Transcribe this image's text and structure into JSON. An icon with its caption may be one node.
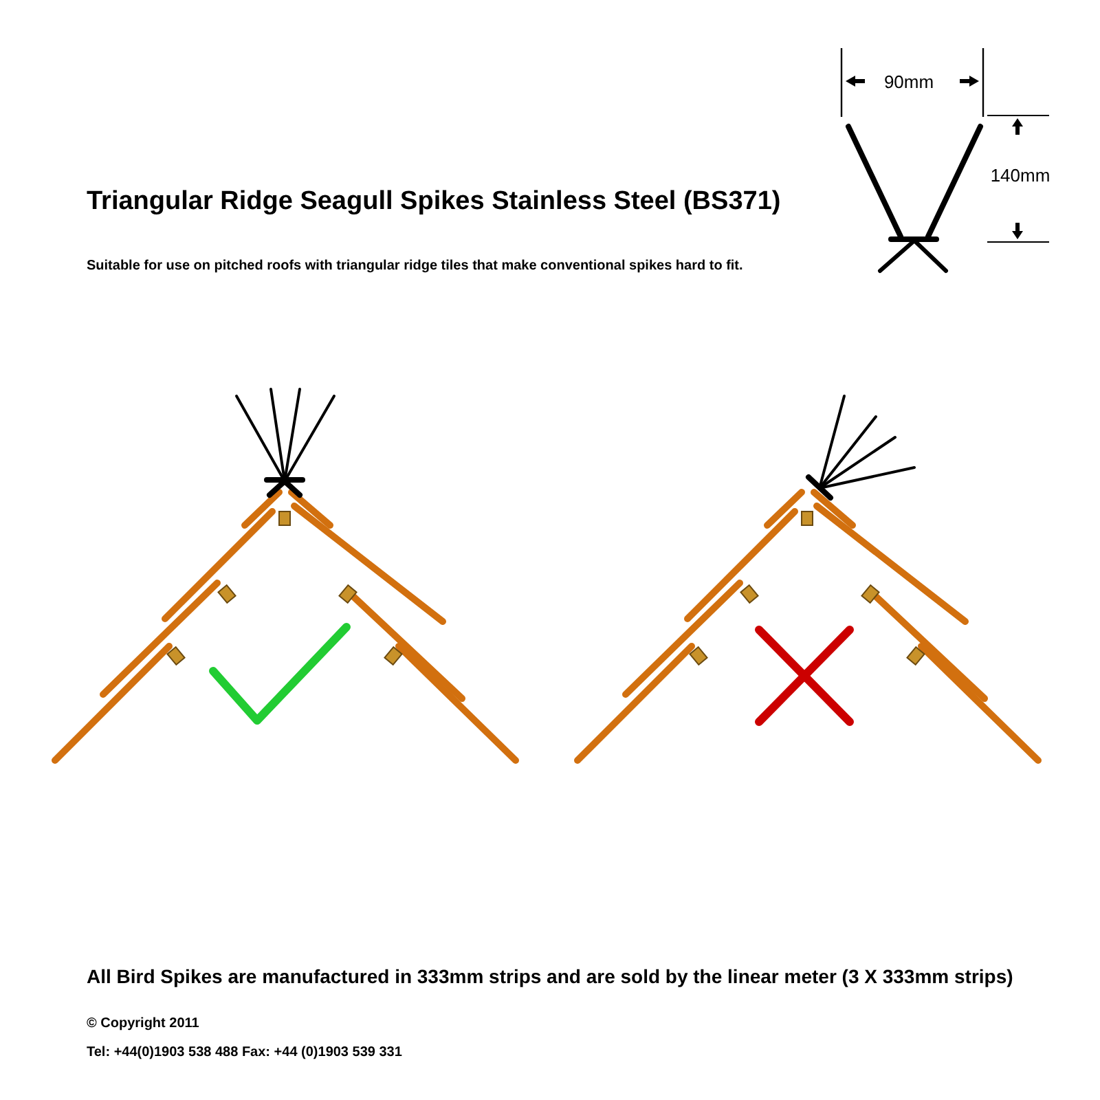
{
  "diagram": {
    "title": "Triangular Ridge Seagull Spikes Stainless Steel (BS371)",
    "labels": [
      "Suitable for use on pitched roofs with triangular ridge tiles that make conventional spikes hard to fit.",
      "90mm",
      "140mm",
      "All Bird Spikes are manufactured in 333mm strips and are sold by the linear meter (3 X 333mm strips)",
      "© Copyright 2011",
      "Tel: +44(0)1903 538 488 Fax: +44 (0)1903 539 331"
    ]
  }
}
